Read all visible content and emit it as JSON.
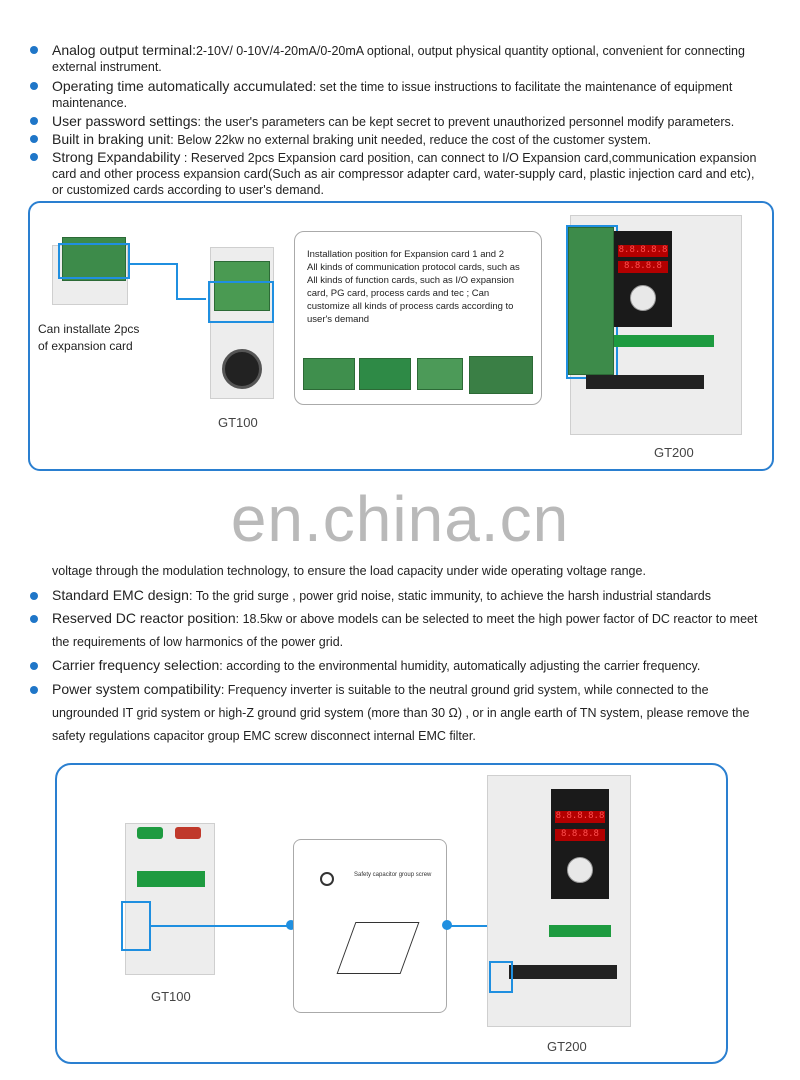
{
  "section1": {
    "bullets": [
      {
        "title": "Analog output terminal:",
        "text": "2-10V/ 0-10V/4-20mA/0-20mA optional, output physical quantity optional, convenient for connecting external instrument."
      },
      {
        "title": "Operating time automatically accumulated",
        "text": ": set the time to issue instructions to facilitate the maintenance of equipment maintenance."
      },
      {
        "title": "User password settings",
        "text": ": the user's parameters can be kept secret to prevent unauthorized personnel modify parameters."
      },
      {
        "title": "Built in braking unit",
        "text": ": Below 22kw no external braking unit needed, reduce the cost of the customer system."
      },
      {
        "title": "Strong Expandability",
        "text": " : Reserved 2pcs Expansion card position, can connect to I/O Expansion card,communication expansion card and other process expansion card(Such as air compressor adapter card, water-supply card, plastic injection card and etc), or customized cards according to user's demand."
      }
    ]
  },
  "figure1": {
    "left_label": "Can installate 2pcs\nof expansion card",
    "gt100_caption": "GT100",
    "gt200_caption": "GT200",
    "note": "Installation position for Expansion card 1 and 2\nAll kinds of communication protocol cards, such as\nAll kinds of function cards, such as I/O expansion\ncard, PG card, process cards and tec ; Can\ncustomize all kinds of process cards according to\nuser's demand"
  },
  "watermark": "en.china.cn",
  "section2": {
    "lead": "voltage through the modulation technology, to ensure the load capacity under wide operating voltage range.",
    "bullets": [
      {
        "title": "Standard EMC design",
        "text": ": To the grid surge , power grid noise, static immunity, to achieve the harsh industrial standards"
      },
      {
        "title": "Reserved DC reactor position",
        "text": ": 18.5kw or above models can be selected to meet the high power factor of DC reactor to meet the requirements of low harmonics of the power grid."
      },
      {
        "title": "Carrier frequency selection",
        "text": ": according to the environmental humidity, automatically adjusting the carrier frequency."
      },
      {
        "title": "Power system compatibility",
        "text": ": Frequency inverter is suitable to the neutral ground grid system, while connected to the ungrounded IT grid system or high-Z ground grid system (more than 30 Ω) , or in angle earth of TN system, please remove the safety regulations capacitor group EMC screw disconnect internal EMC filter."
      }
    ]
  },
  "figure2": {
    "gt100_caption": "GT100",
    "gt200_caption": "GT200",
    "screw_label": "Safety capacitor group screw"
  },
  "display": {
    "line1": "8.8.8.8.8",
    "line2": "8.8.8.8"
  },
  "colors": {
    "accent": "#2a7fd0",
    "bullet": "#1f76c8"
  }
}
